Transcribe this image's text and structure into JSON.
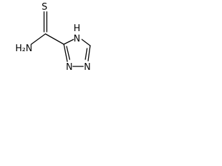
{
  "structure": {
    "atoms": {
      "sulfur": "S",
      "amine": "H₂N",
      "ring_nh": "H",
      "ring_n_nh": "N",
      "ring_n_bottom_left": "N",
      "ring_n_bottom_right": "N"
    }
  }
}
